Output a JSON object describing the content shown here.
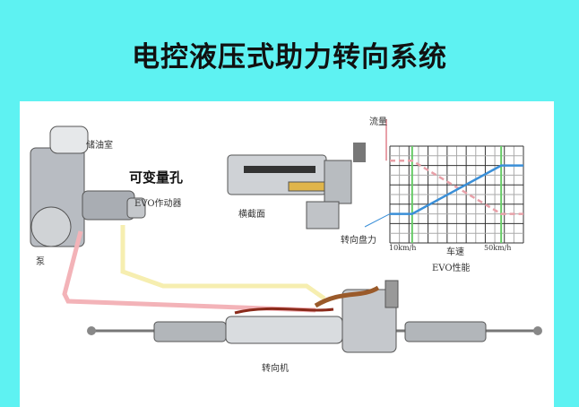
{
  "title": "电控液压式助力转向系统",
  "labels": {
    "reservoir": "储油室",
    "pump": "泵",
    "variable_orifice": "可变量孔",
    "evo_actuator": "EVO作动器",
    "cross_section": "横截面",
    "steering_gear": "转向机"
  },
  "chart_data": {
    "type": "line",
    "title": "EVO性能",
    "xlabel": "车速",
    "ylabel": "流量",
    "x_ticks": [
      "10km/h",
      "50km/h"
    ],
    "grid": true,
    "series": [
      {
        "name": "流量",
        "style": "dashed",
        "color": "#e8a0a8",
        "x": [
          0,
          10,
          50,
          60
        ],
        "y": [
          8.5,
          8.5,
          3,
          3
        ]
      },
      {
        "name": "转向盘力",
        "style": "solid",
        "color": "#3a8fd8",
        "x": [
          0,
          10,
          50,
          60
        ],
        "y": [
          3,
          3,
          8,
          8
        ]
      }
    ],
    "xlim": [
      0,
      60
    ],
    "ylim": [
      0,
      10
    ]
  }
}
